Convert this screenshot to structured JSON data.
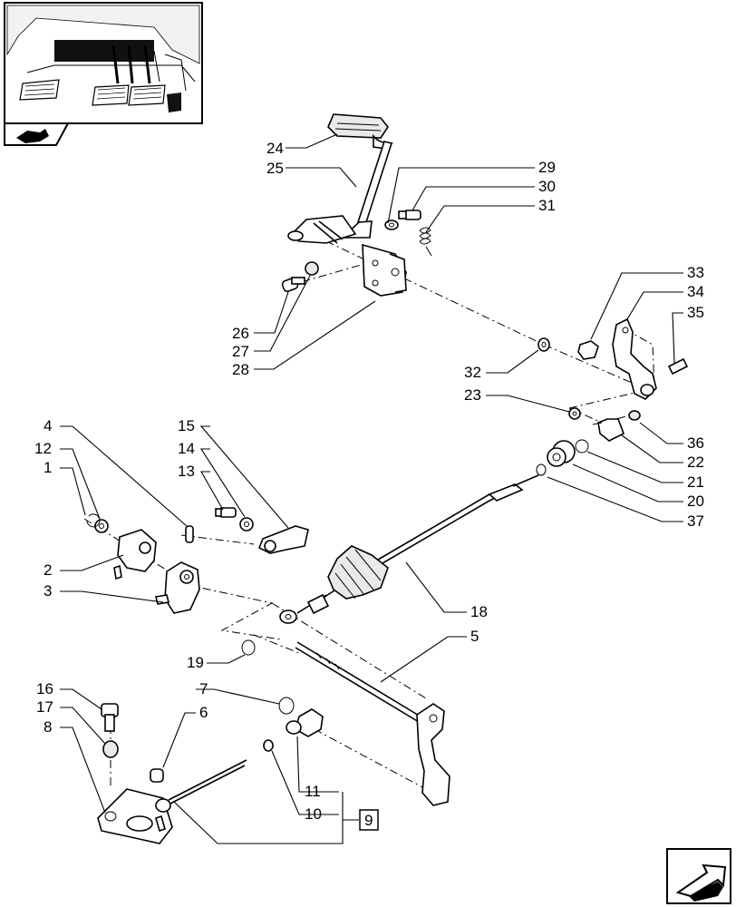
{
  "diagram": {
    "callouts": {
      "c1": "1",
      "c2": "2",
      "c3": "3",
      "c4": "4",
      "c5": "5",
      "c6": "6",
      "c7": "7",
      "c8": "8",
      "c9": "9",
      "c10": "10",
      "c11": "11",
      "c12": "12",
      "c13": "13",
      "c14": "14",
      "c15": "15",
      "c16": "16",
      "c17": "17",
      "c18": "18",
      "c19": "19",
      "c20": "20",
      "c21": "21",
      "c22": "22",
      "c23": "23",
      "c24": "24",
      "c25": "25",
      "c26": "26",
      "c27": "27",
      "c28": "28",
      "c29": "29",
      "c30": "30",
      "c31": "31",
      "c32": "32",
      "c33": "33",
      "c34": "34",
      "c35": "35",
      "c36": "36",
      "c37": "37"
    }
  },
  "thumbnail": {
    "icon": "pedal-location-thumbnail"
  },
  "navigation": {
    "back_icon": "previous-page-arrow-icon",
    "next_icon": "next-page-arrow-icon"
  }
}
